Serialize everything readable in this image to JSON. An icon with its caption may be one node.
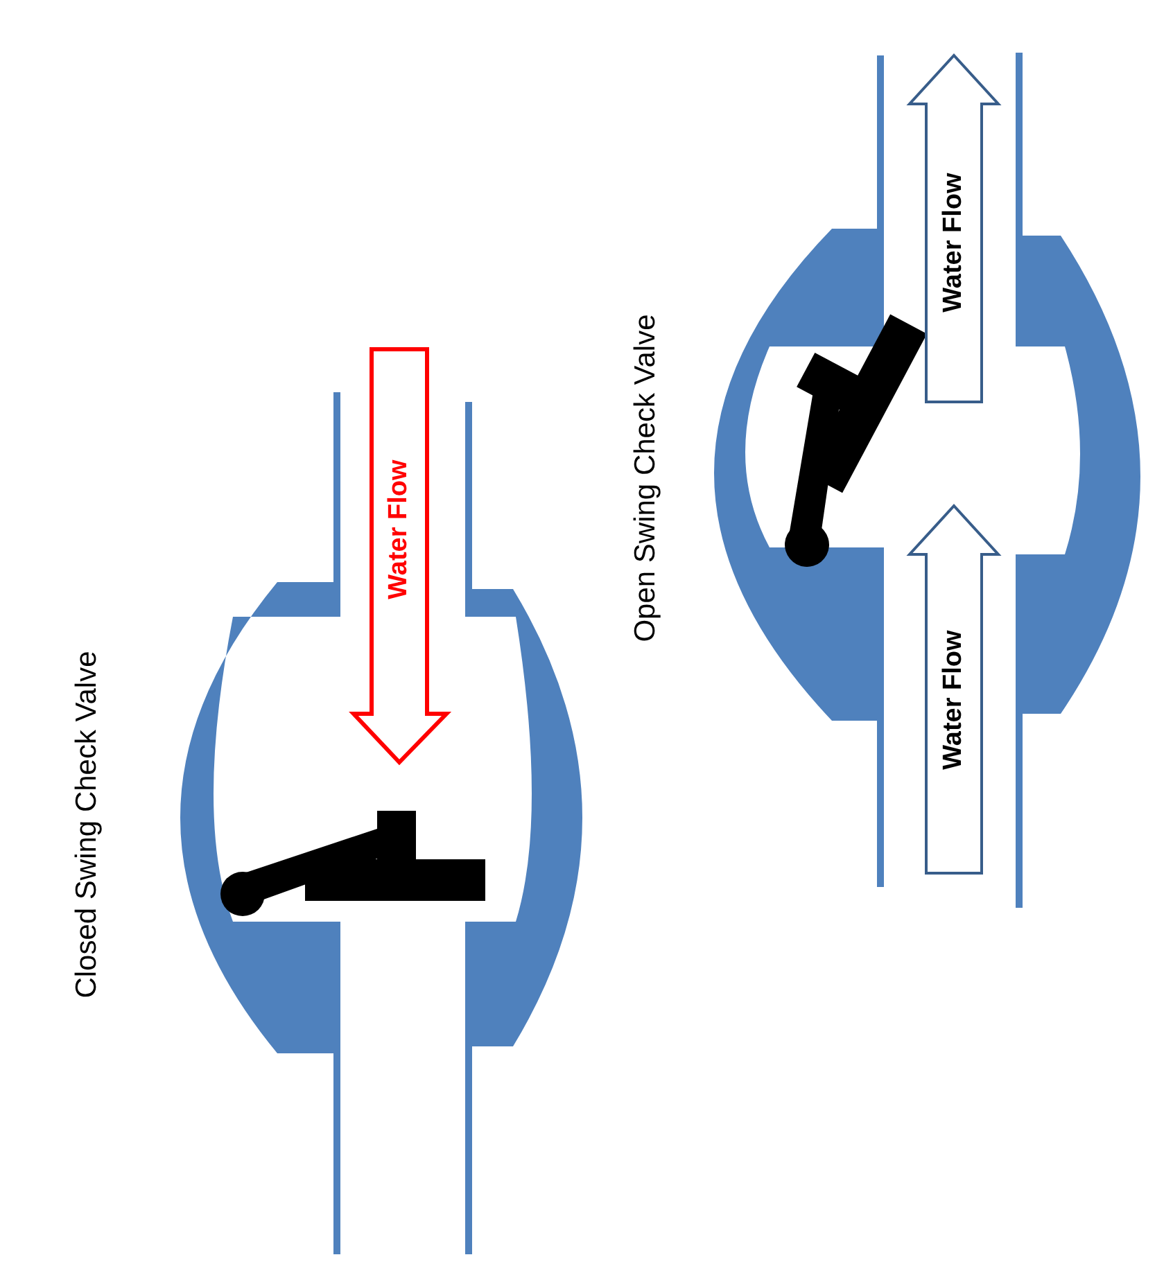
{
  "diagram": {
    "labels": [
      "Closed Swing Check Valve",
      "Water Flow",
      "Open Swing Check Valve",
      "Water Flow",
      "Water Flow"
    ]
  }
}
